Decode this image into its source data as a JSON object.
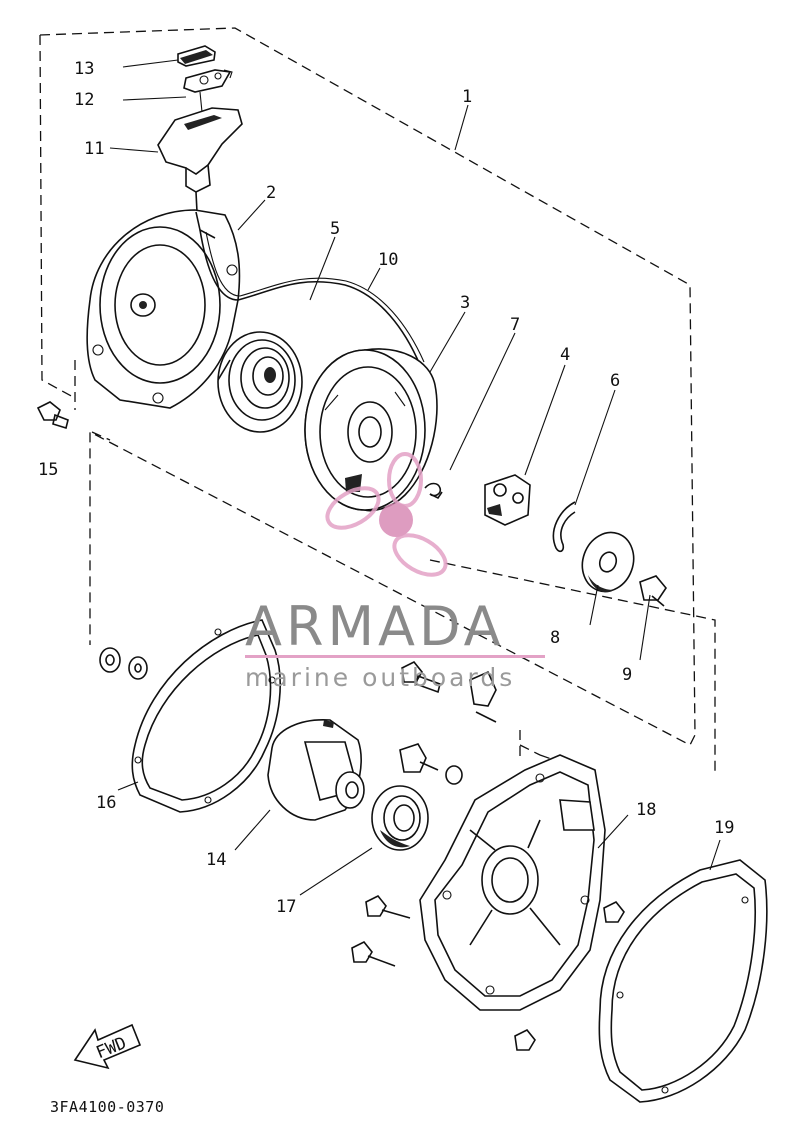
{
  "diagram": {
    "callouts": [
      {
        "id": "c1",
        "text": "1"
      },
      {
        "id": "c2",
        "text": "2"
      },
      {
        "id": "c3",
        "text": "3"
      },
      {
        "id": "c4",
        "text": "4"
      },
      {
        "id": "c5",
        "text": "5"
      },
      {
        "id": "c6",
        "text": "6"
      },
      {
        "id": "c7",
        "text": "7"
      },
      {
        "id": "c8",
        "text": "8"
      },
      {
        "id": "c9",
        "text": "9"
      },
      {
        "id": "c10",
        "text": "10"
      },
      {
        "id": "c11",
        "text": "11"
      },
      {
        "id": "c12",
        "text": "12"
      },
      {
        "id": "c13",
        "text": "13"
      },
      {
        "id": "c14",
        "text": "14"
      },
      {
        "id": "c15",
        "text": "15"
      },
      {
        "id": "c16",
        "text": "16"
      },
      {
        "id": "c17",
        "text": "17"
      },
      {
        "id": "c18",
        "text": "18"
      },
      {
        "id": "c19",
        "text": "19"
      }
    ],
    "fwd_label": "FWD",
    "diagram_code": "3FA4100-0370"
  },
  "watermark": {
    "title": "ARMADA",
    "subtitle": "marine outboards",
    "logo_color": "#e3a2c6",
    "logo_core_color": "#d98bb6",
    "text_color": "#8a8a8a"
  }
}
